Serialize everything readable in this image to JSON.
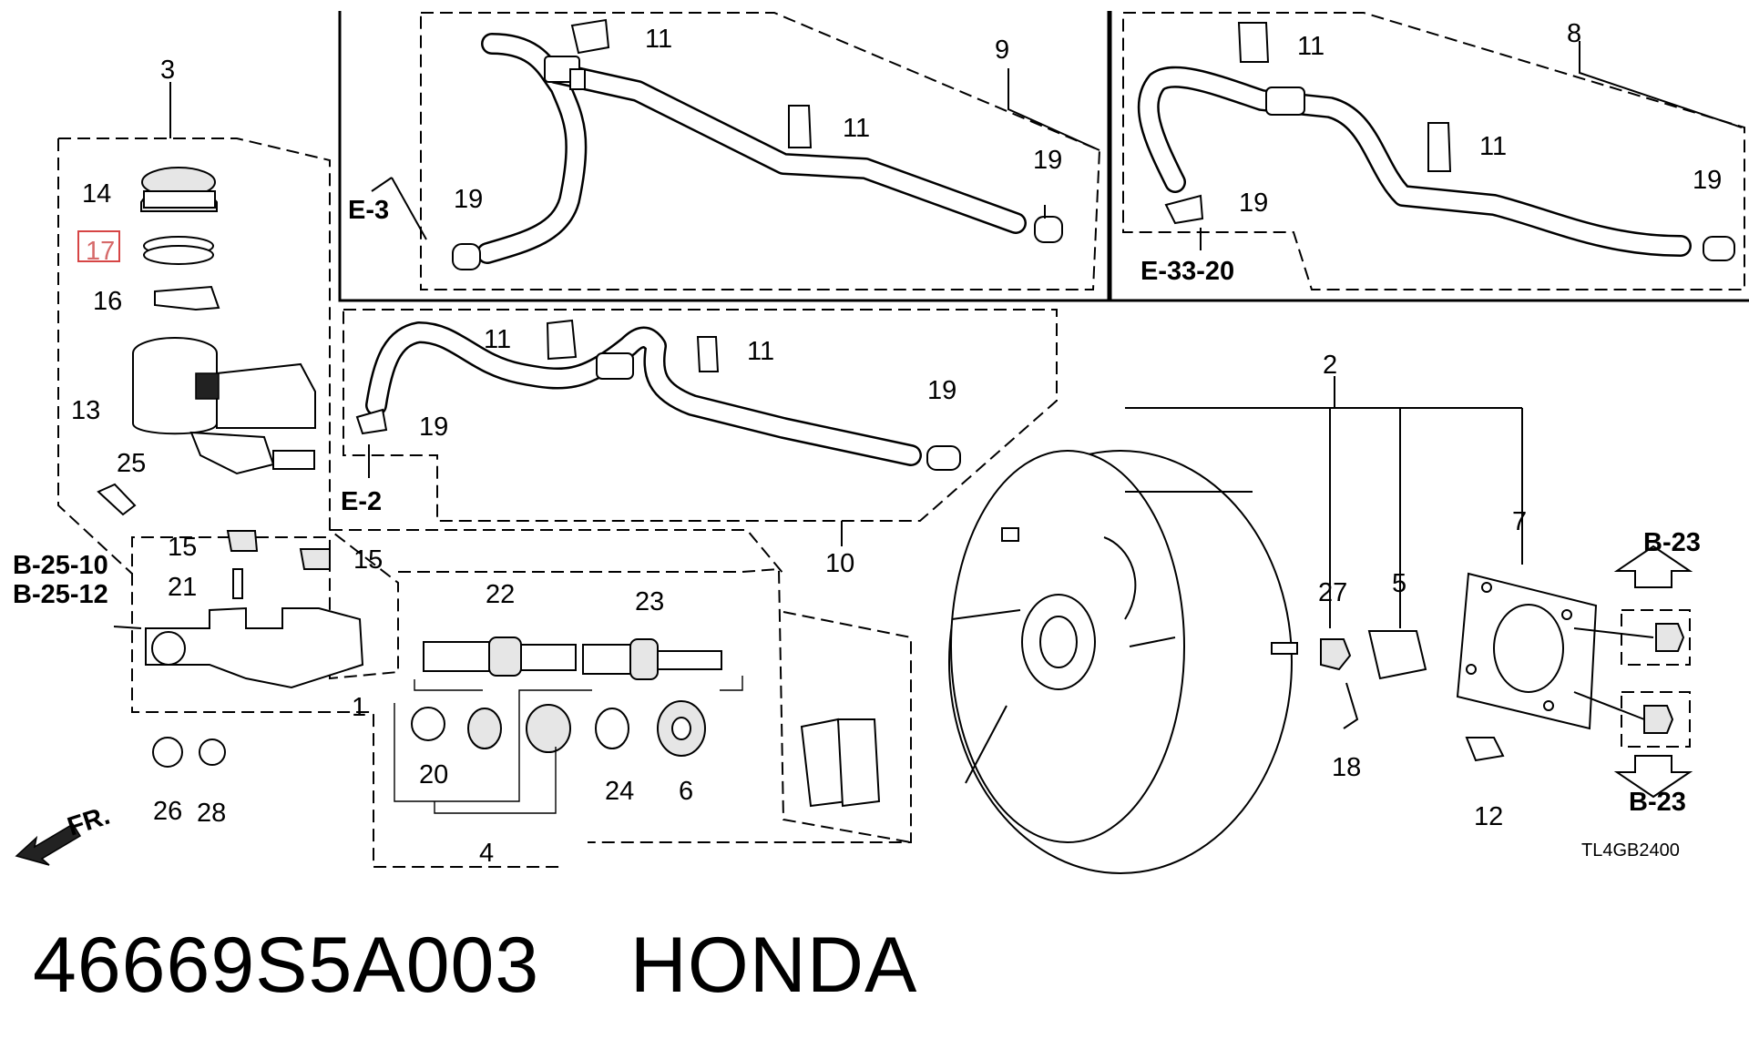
{
  "diagram": {
    "catalog_code": "TL4GB2400",
    "callouts": {
      "c1": "1",
      "c2": "2",
      "c3": "3",
      "c4": "4",
      "c5": "5",
      "c6": "6",
      "c7": "7",
      "c8": "8",
      "c9": "9",
      "c10": "10",
      "c11": "11",
      "c12": "12",
      "c13": "13",
      "c14": "14",
      "c15": "15",
      "c16": "16",
      "c17": "17",
      "c18": "18",
      "c19": "19",
      "c20": "20",
      "c21": "21",
      "c22": "22",
      "c23": "23",
      "c24": "24",
      "c25": "25",
      "c26": "26",
      "c27": "27",
      "c28": "28"
    },
    "highlighted_callout": "17",
    "references": {
      "e3": "E-3",
      "e2": "E-2",
      "e3320": "E-33-20",
      "b2510": "B-25-10",
      "b2512": "B-25-12",
      "b23": "B-23"
    },
    "front_marker": "FR.",
    "highlight_color": "#d64545"
  },
  "caption": {
    "part_number": "46669S5A003",
    "brand": "HONDA"
  }
}
